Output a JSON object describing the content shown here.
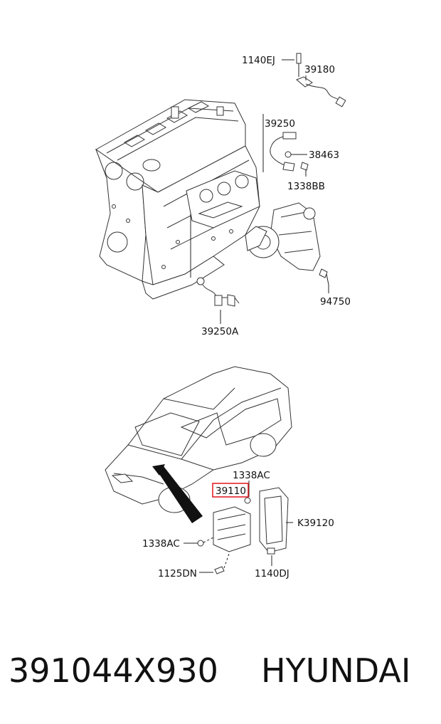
{
  "callouts": {
    "c1140EJ": "1140EJ",
    "c39180": "39180",
    "c39250": "39250",
    "c38463": "38463",
    "c1338BB": "1338BB",
    "c94750": "94750",
    "c39250A": "39250A",
    "c1338AC_top": "1338AC",
    "c39110": "39110",
    "cK39120": "K39120",
    "c1338AC_left": "1338AC",
    "c1140DJ": "1140DJ",
    "c1125DN": "1125DN"
  },
  "caption": {
    "part_number": "391044X930",
    "brand": "HYUNDAI"
  },
  "colors": {
    "highlight_box": "#e0161b",
    "ink": "#222222"
  }
}
